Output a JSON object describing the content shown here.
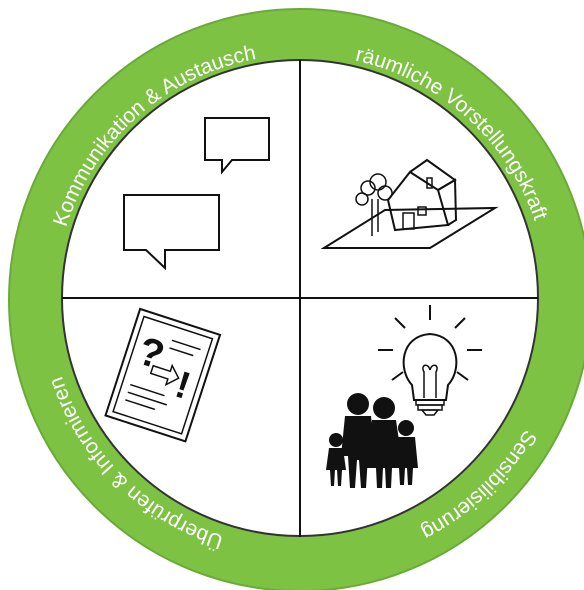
{
  "diagram": {
    "colors": {
      "ring": "#7dc242",
      "ring_outline": "#6aaa38",
      "background": "#ffffff",
      "lines": "#111111",
      "label_text": "#ffffff"
    },
    "segments": [
      {
        "id": "top-left",
        "label": "Kommunikation & Austausch",
        "icon": "speech-bubbles-icon"
      },
      {
        "id": "top-right",
        "label": "räumliche Vorstellungskraft",
        "icon": "house-on-plot-icon"
      },
      {
        "id": "bottom-right",
        "label": "Sensibilisierung",
        "icon": "lightbulb-family-icon"
      },
      {
        "id": "bottom-left",
        "label": "Überprüfen & Informieren",
        "icon": "document-check-icon"
      }
    ]
  }
}
